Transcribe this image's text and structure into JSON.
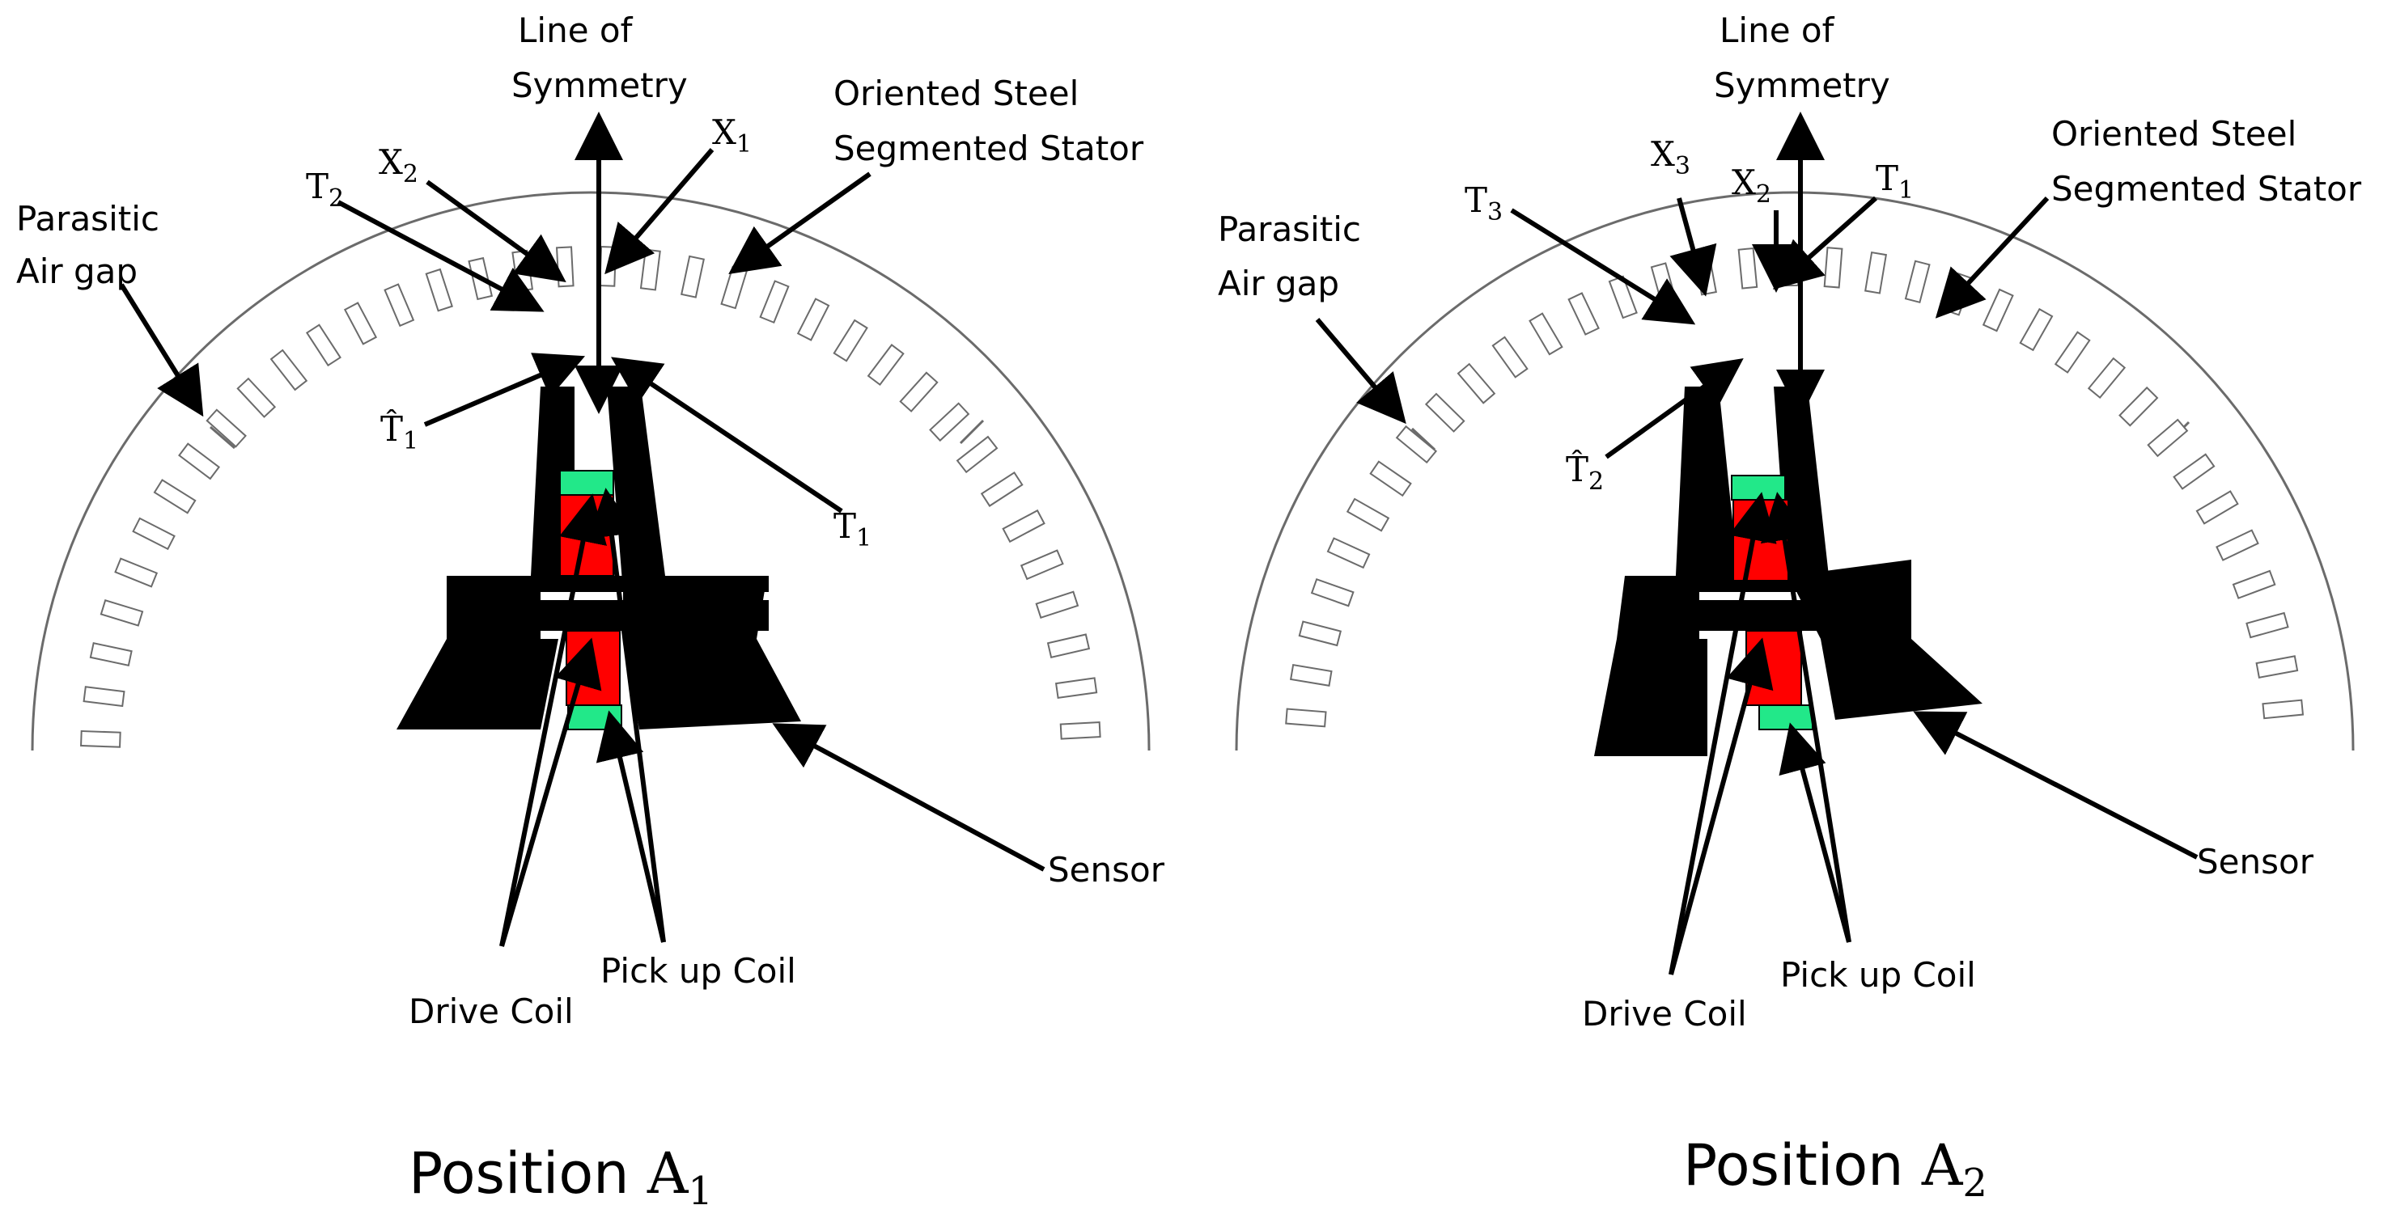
{
  "panels": [
    {
      "caption_prefix": "Position ",
      "caption_var": "A",
      "caption_sub": "1",
      "labels": {
        "line_of_symmetry_1": "Line of",
        "line_of_symmetry_2": "Symmetry",
        "stator_1": "Oriented Steel",
        "stator_2": "Segmented Stator",
        "air_gap_1": "Parasitic",
        "air_gap_2": "Air gap",
        "sensor": "Sensor",
        "drive_coil": "Drive Coil",
        "pickup_coil": "Pick up Coil",
        "x_a": "X",
        "x_a_sub": "1",
        "x_b": "X",
        "x_b_sub": "2",
        "t_a": "T",
        "t_a_sub": "2",
        "t_b": "T",
        "t_b_sub": "1",
        "t_hat": "T̂",
        "t_hat_sub": "1"
      }
    },
    {
      "caption_prefix": "Position ",
      "caption_var": "A",
      "caption_sub": "2",
      "labels": {
        "line_of_symmetry_1": "Line of",
        "line_of_symmetry_2": "Symmetry",
        "stator_1": "Oriented Steel",
        "stator_2": "Segmented Stator",
        "air_gap_1": "Parasitic",
        "air_gap_2": "Air gap",
        "sensor": "Sensor",
        "drive_coil": "Drive Coil",
        "pickup_coil": "Pick up Coil",
        "x_a": "X",
        "x_a_sub": "3",
        "x_b": "X",
        "x_b_sub": "2",
        "t_a": "T",
        "t_a_sub": "3",
        "t_b": "T",
        "t_b_sub": "1",
        "t_hat": "T̂",
        "t_hat_sub": "2"
      }
    }
  ],
  "colors": {
    "outline": "#6b6b6b",
    "core": "#000000",
    "coil_red": "#ff0000",
    "coil_green": "#22e889"
  }
}
